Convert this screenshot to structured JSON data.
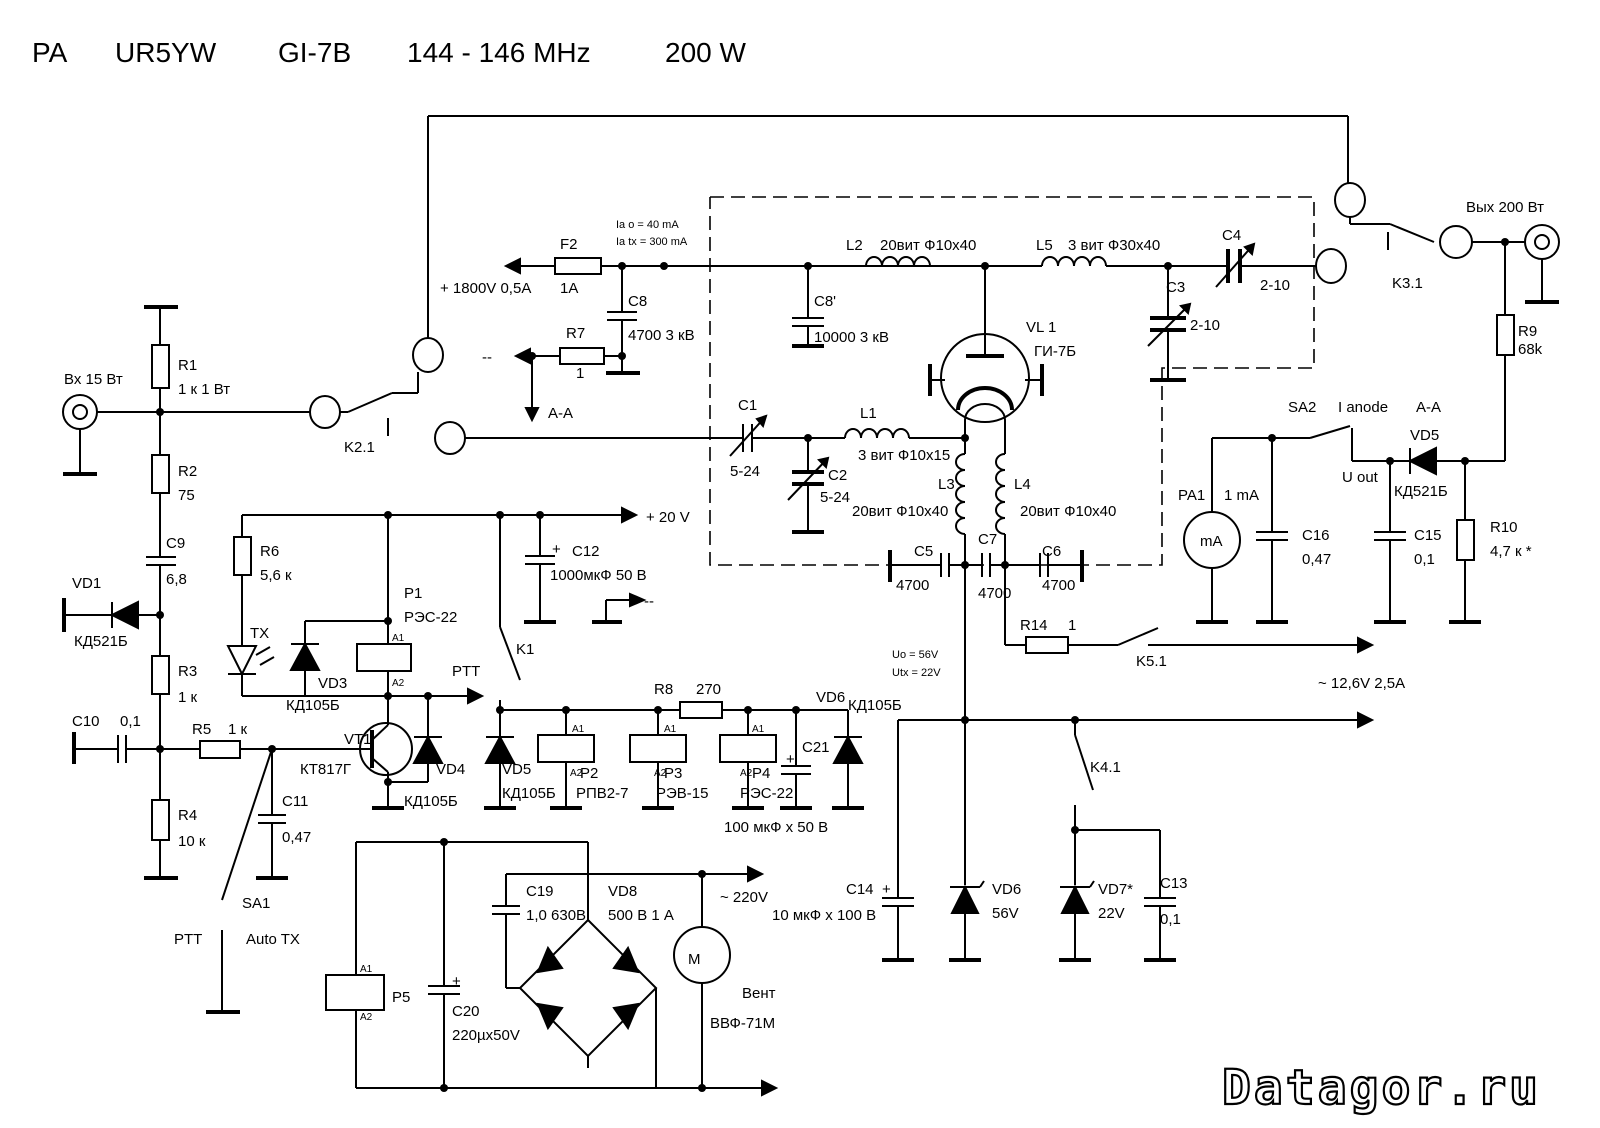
{
  "title": {
    "pa": "PA",
    "call": "UR5YW",
    "tube": "GI-7B",
    "band": "144 - 146 MHz",
    "power": "200 W"
  },
  "watermark": "Datagor.ru",
  "labels": {
    "vx": "Вх 15 Вт",
    "vyx": "Вых 200 Вт",
    "r1": "R1",
    "r1v": "1 к    1 Вт",
    "r2": "R2",
    "r2v": "75",
    "c9": "C9",
    "c9v": "6,8",
    "vd1": "VD1",
    "vd1v": "КД521Б",
    "r3": "R3",
    "r3v": "1 к",
    "c10": "C10",
    "c10v": "0,1",
    "r5": "R5",
    "r5v": "1 к",
    "r4": "R4",
    "r4v": "10 к",
    "c11": "C11",
    "c11v": "0,47",
    "sa1": "SA1",
    "ptt1": "PTT",
    "autotx": "Auto TX",
    "k21": "K2.1",
    "hv": "+ 1800V 0,5A",
    "f2": "F2",
    "f2v": "1A",
    "iao": "Ia o = 40 mA",
    "iatx": "Ia tx = 300 mA",
    "c8": "C8",
    "c8v": "4700 3 кВ",
    "r7": "R7",
    "r7v": "1",
    "minus1": "--",
    "aa1": "A-A",
    "l2": "L2",
    "l2v": "20вит Ф10х40",
    "l5": "L5",
    "l5v": "3 вит Ф30х40",
    "c4": "C4",
    "c4v": "2-10",
    "c8p": "C8'",
    "c8pv": "10000 3 кВ",
    "c3": "C3",
    "c3v": "2-10",
    "vl1": "VL 1",
    "vl1v": "ГИ-7Б",
    "k31": "K3.1",
    "r9": "R9",
    "r9v": "68k",
    "c1": "C1",
    "c1v": "5-24",
    "l1": "L1",
    "l1v": "3 вит Ф10х15",
    "c2": "C2",
    "c2v": "5-24",
    "l3": "L3",
    "l3v": "20вит Ф10х40",
    "l4": "L4",
    "l4v": "20вит Ф10х40",
    "c5": "C5",
    "c5v": "4700",
    "c7": "C7",
    "c7v": "4700",
    "c6": "C6",
    "c6v": "4700",
    "sa2": "SA2",
    "ianode": "I anode",
    "aa2": "A-A",
    "vd5top": "VD5",
    "uout": "U out",
    "kd521b2": "КД521Б",
    "pa1": "PA1",
    "pa1v": "1 mA",
    "ma": "mA",
    "c16": "C16",
    "c16v": "0,47",
    "c15": "C15",
    "c15v": "0,1",
    "r10": "R10",
    "r10v": "4,7 к *",
    "r6": "R6",
    "r6v": "5,6 к",
    "tx": "TX",
    "vd3": "VD3",
    "vd3v": "КД105Б",
    "p1": "P1",
    "p1v": "РЭС-22",
    "a1": "A1",
    "a2": "A2",
    "ptt2": "PTT",
    "vt1": "VT1",
    "vt1v": "КТ817Г",
    "vd4": "VD4",
    "vd4v": "КД105Б",
    "plus20": "+ 20 V",
    "c12": "C12",
    "c12v": "1000мкФ 50 В",
    "minus2": "--",
    "k1": "K1",
    "r8": "R8",
    "r8v": "270",
    "vd6top": "VD6",
    "vd6topv": "КД105Б",
    "vd5low": "VD5",
    "vd5lowv": "КД105Б",
    "p2": "P2",
    "p2v": "РПВ2-7",
    "p3": "P3",
    "p3v": "РЭВ-15",
    "p4": "P4",
    "p4v": "РЭС-22",
    "c21": "C21",
    "c21v": "100 мкФ х 50 В",
    "uo": "Uo = 56V",
    "utx": "Utx = 22V",
    "r14": "R14",
    "r14v": "1",
    "k51": "K5.1",
    "v126": "~ 12,6V 2,5A",
    "k41": "K4.1",
    "c14": "C14",
    "c14v": "10 мкФ х 100 В",
    "vd6": "VD6",
    "vd6v": "56V",
    "vd7": "VD7*",
    "vd7v": "22V",
    "c13": "C13",
    "c13v": "0,1",
    "c19": "C19",
    "c19v": "1,0 630В",
    "vd8": "VD8",
    "vd8v": "500 В 1 А",
    "v220": "~ 220V",
    "p5": "P5",
    "c20": "C20",
    "c20v": "220µх50V",
    "vent": "Вент",
    "ventv": "ВВФ-71М",
    "motor": "M",
    "plus": "+"
  }
}
